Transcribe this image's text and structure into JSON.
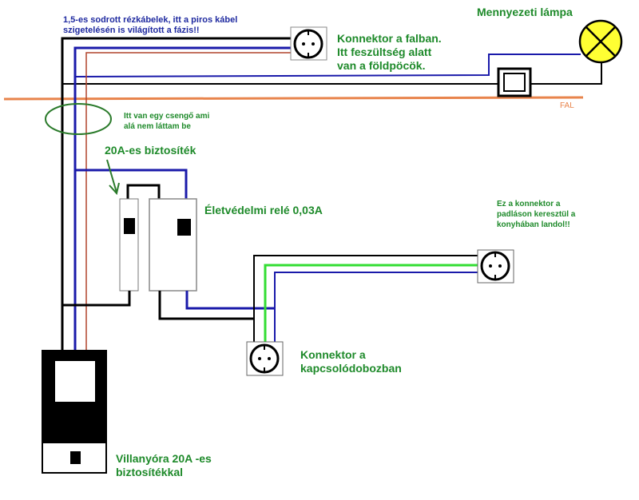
{
  "title": "Villanyszerelési kapcsolási rajz",
  "colors": {
    "neutral_wire": "#000000",
    "blue_wire": "#1a1aaa",
    "red_wire": "#b0442c",
    "ground_wire": "#33dd33",
    "wall_line": "#e8844c",
    "label_green": "#1e8a2a",
    "label_blue": "#1f2aa0",
    "lamp_fill": "#ffff33"
  },
  "labels": {
    "cable_note_line1": "1,5-es sodrott rézkábelek, itt a piros kábel",
    "cable_note_line2": "szigetelésén is világított a fázis!!",
    "wall_connector_line1": "Konnektor a falban.",
    "wall_connector_line2": "Itt feszültség alatt",
    "wall_connector_line3": "van a földpöcök.",
    "ceiling_lamp": "Mennyezeti lámpa",
    "wall": "FAL",
    "bell_note_line1": "Itt van egy csengő ami",
    "bell_note_line2": "alá nem láttam be",
    "fuse": "20A-es biztosíték",
    "rcd": "Életvédelmi relé 0,03A",
    "kitchen_note_line1": "Ez a konnektor a",
    "kitchen_note_line2": "padláson keresztül a",
    "kitchen_note_line3": "konyhában landol!!",
    "junction_connector_line1": "Konnektor a",
    "junction_connector_line2": "kapcsolódobozban",
    "meter_line1": "Villanyóra 20A -es",
    "meter_line2": "biztosítékkal"
  },
  "components": [
    {
      "id": "wall-socket",
      "type": "socket",
      "label_ref": "wall_connector_line1"
    },
    {
      "id": "ceiling-lamp",
      "type": "lamp",
      "label_ref": "ceiling_lamp"
    },
    {
      "id": "light-switch",
      "type": "switch"
    },
    {
      "id": "fuse-20a",
      "type": "fuse",
      "label_ref": "fuse"
    },
    {
      "id": "rcd-relay",
      "type": "rcd",
      "label_ref": "rcd"
    },
    {
      "id": "kitchen-socket",
      "type": "socket",
      "label_ref": "kitchen_note_line1"
    },
    {
      "id": "junction-socket",
      "type": "socket",
      "label_ref": "junction_connector_line1"
    },
    {
      "id": "electric-meter",
      "type": "meter",
      "label_ref": "meter_line1"
    },
    {
      "id": "doorbell-area",
      "type": "annotation-ellipse",
      "label_ref": "bell_note_line1"
    }
  ]
}
